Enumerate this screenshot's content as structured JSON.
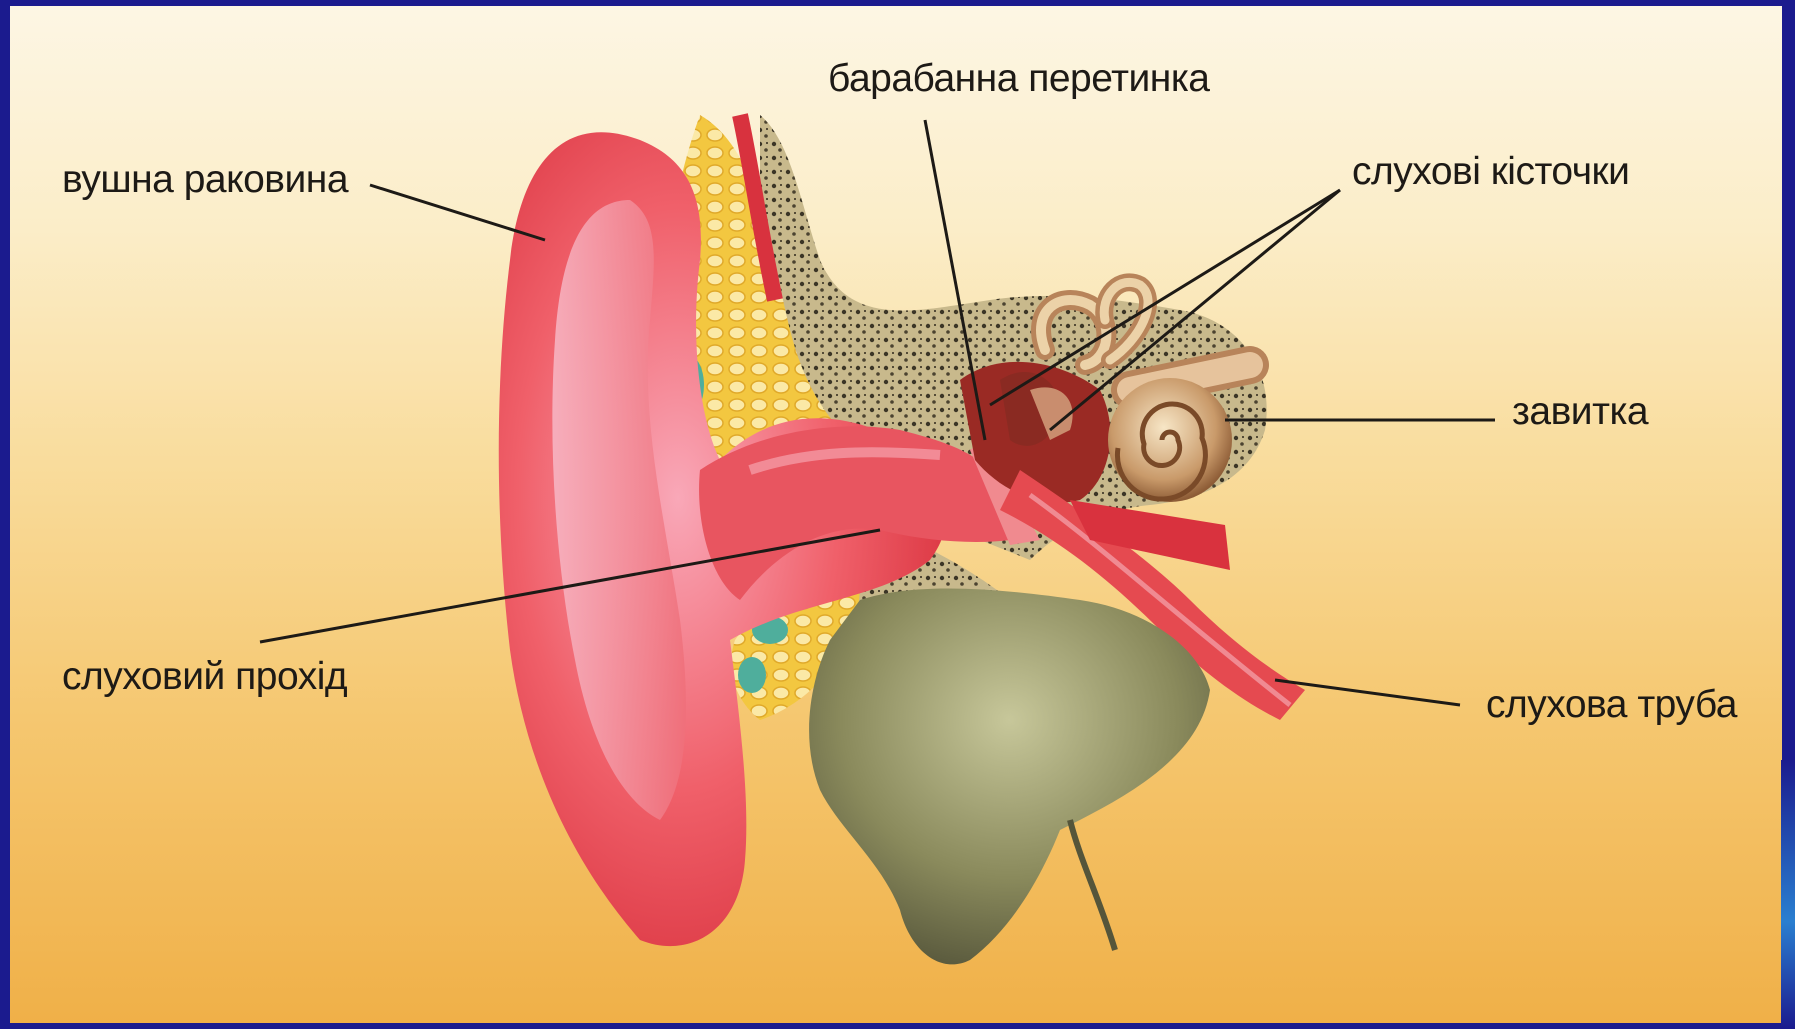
{
  "labels": {
    "auricle": "вушна раковина",
    "eardrum": "барабанна перетинка",
    "ossicles": "слухові кісточки",
    "cochlea": "завитка",
    "ear_canal": "слуховий прохід",
    "eustachian_tube": "слухова труба"
  },
  "colors": {
    "frame": "#1b1b8e",
    "background_top": "#fdf6e4",
    "background_bottom": "#f0b048",
    "ear_skin": "#ee4b55",
    "bone": "#d7c79e",
    "jaw_bone": "#8a8a5e"
  }
}
